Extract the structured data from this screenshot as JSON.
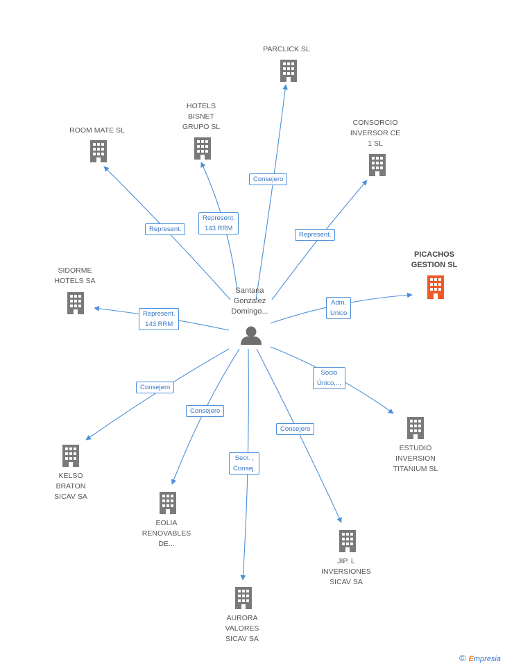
{
  "center": {
    "label": "Santana\nGonzalez\nDomingo..."
  },
  "companies": [
    {
      "id": "parclick",
      "label": "PARCLICK SL",
      "highlight": false
    },
    {
      "id": "hotels-bisnet",
      "label": "HOTELS\nBISNET\nGRUPO SL",
      "highlight": false
    },
    {
      "id": "room-mate",
      "label": "ROOM MATE SL",
      "highlight": false
    },
    {
      "id": "consorcio",
      "label": "CONSORCIO\nINVERSOR CE\n1 SL",
      "highlight": false
    },
    {
      "id": "picachos",
      "label": "PICACHOS\nGESTION SL",
      "highlight": true
    },
    {
      "id": "sidorme",
      "label": "SIDORME\nHOTELS SA",
      "highlight": false
    },
    {
      "id": "estudio",
      "label": "ESTUDIO\nINVERSION\nTITANIUM SL",
      "highlight": false
    },
    {
      "id": "kelso",
      "label": "KELSO\nBRATON\nSICAV SA",
      "highlight": false
    },
    {
      "id": "eolia",
      "label": "EOLIA\nRENOVABLES\nDE...",
      "highlight": false
    },
    {
      "id": "aurora",
      "label": "AURORA\nVALORES\nSICAV SA",
      "highlight": false
    },
    {
      "id": "jip",
      "label": "JIP. L\nINVERSIONES\nSICAV SA",
      "highlight": false
    }
  ],
  "relations": [
    {
      "target": "parclick",
      "label": "Consejero"
    },
    {
      "target": "hotels-bisnet",
      "label": "Represent.\n143 RRM"
    },
    {
      "target": "room-mate",
      "label": "Represent."
    },
    {
      "target": "consorcio",
      "label": "Represent."
    },
    {
      "target": "picachos",
      "label": "Adm.\nUnico"
    },
    {
      "target": "sidorme",
      "label": "Represent.\n143 RRM"
    },
    {
      "target": "estudio",
      "label": "Socio\nÚnico,..."
    },
    {
      "target": "kelso",
      "label": "Consejero"
    },
    {
      "target": "eolia",
      "label": "Consejero"
    },
    {
      "target": "aurora",
      "label": "Secr. ,\nConsej."
    },
    {
      "target": "jip",
      "label": "Consejero"
    }
  ],
  "colors": {
    "edge": "#4a90d9",
    "building": "#7a7a7a",
    "highlight_building": "#f05a28",
    "person": "#6e6e6e"
  },
  "icons": {
    "company": "building-icon",
    "person": "person-icon"
  },
  "watermark": {
    "symbol": "©",
    "brand_first": "E",
    "brand_rest": "mpresia"
  }
}
